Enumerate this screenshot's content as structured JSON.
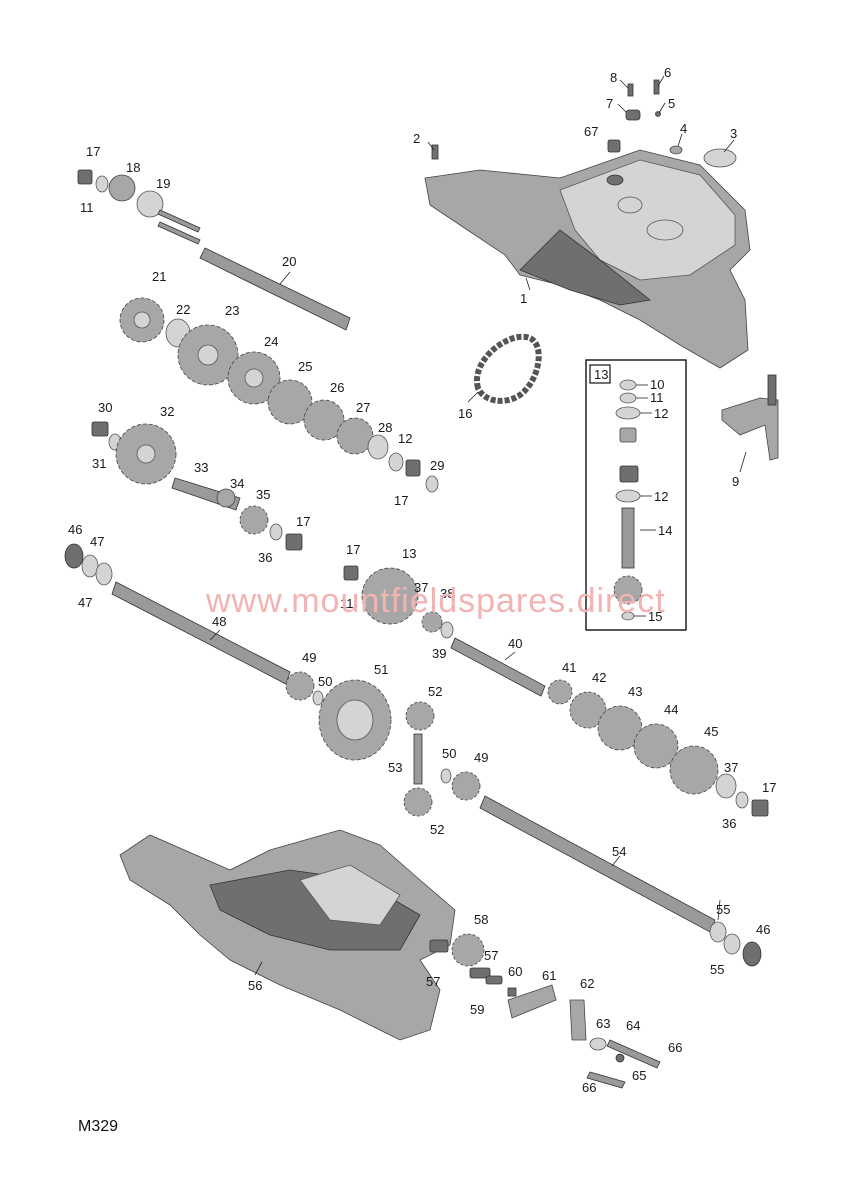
{
  "diagram": {
    "code": "M329",
    "watermark": "www.mountfieldspares.direct",
    "inset_label": "13",
    "callouts": [
      "1",
      "2",
      "3",
      "4",
      "5",
      "6",
      "7",
      "8",
      "9",
      "10",
      "11",
      "12",
      "13",
      "14",
      "15",
      "16",
      "17",
      "18",
      "19",
      "20",
      "21",
      "22",
      "23",
      "24",
      "25",
      "26",
      "27",
      "28",
      "29",
      "30",
      "31",
      "32",
      "33",
      "34",
      "35",
      "36",
      "37",
      "38",
      "39",
      "40",
      "41",
      "42",
      "43",
      "44",
      "45",
      "46",
      "47",
      "48",
      "49",
      "50",
      "51",
      "52",
      "53",
      "54",
      "55",
      "56",
      "57",
      "58",
      "59",
      "60",
      "61",
      "62",
      "63",
      "64",
      "65",
      "66",
      "67"
    ]
  }
}
